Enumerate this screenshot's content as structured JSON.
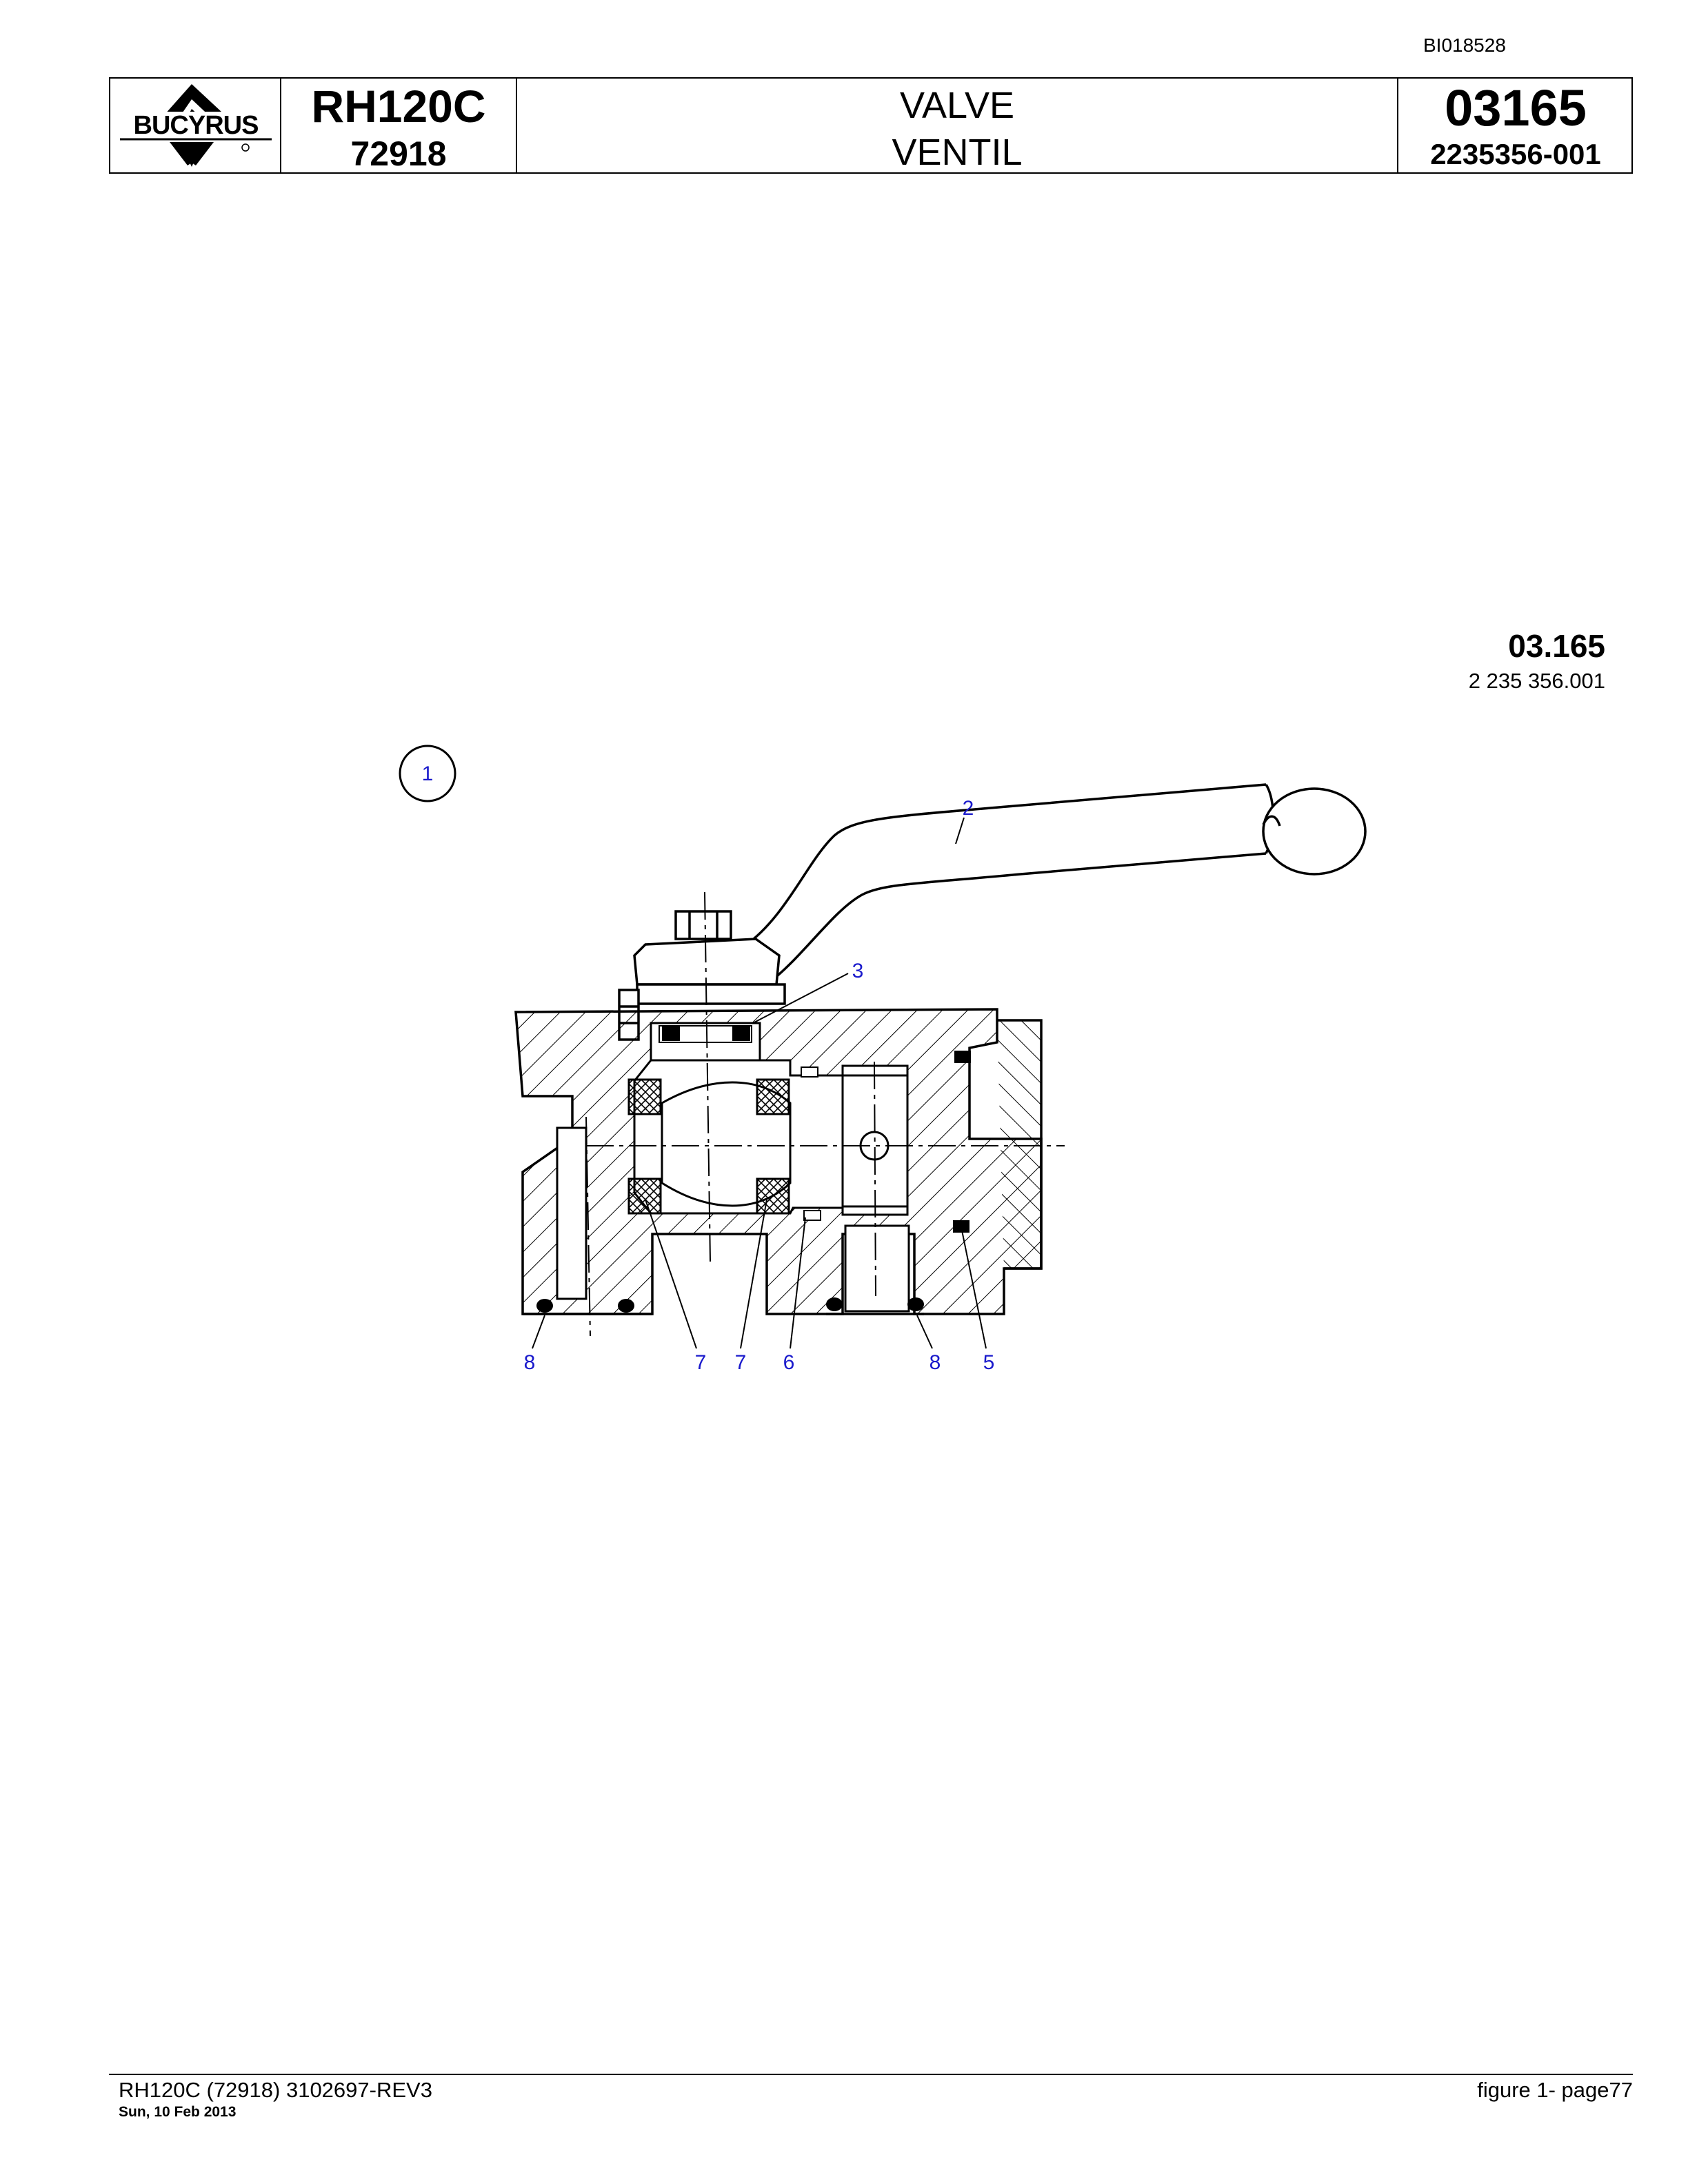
{
  "doc_id": "BI018528",
  "header": {
    "logo_text": "BUCYRUS",
    "model": "RH120C",
    "serial": "72918",
    "title_en": "VALVE",
    "title_de": "VENTIL",
    "group_number": "03165",
    "part_number": "2235356-001"
  },
  "figure": {
    "code": "03.165",
    "part": "2 235 356.001",
    "item_circle": "1",
    "callouts": [
      "2",
      "3",
      "8",
      "7",
      "7",
      "6",
      "8",
      "5"
    ]
  },
  "footer": {
    "left": "RH120C (72918) 3102697-REV3",
    "date": "Sun, 10 Feb 2013",
    "right": "figure  1- page77"
  },
  "colors": {
    "callout": "#1a1acc",
    "line": "#000000"
  }
}
